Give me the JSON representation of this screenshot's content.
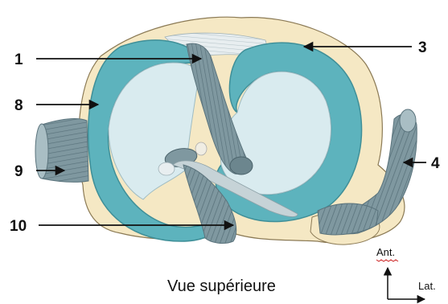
{
  "caption": "Vue supérieure",
  "orientation": {
    "anterior": "Ant.",
    "lateral": "Lat."
  },
  "labels": [
    "1",
    "3",
    "8",
    "4",
    "9",
    "10"
  ],
  "colors": {
    "meniscus": "#5db3bd",
    "meniscus_edge": "#3f8f98",
    "plateau": "#f5e8c4",
    "cartilage": "#d9ebef",
    "ligament": "#7f98a0",
    "ligament_dark": "#5a737c"
  }
}
